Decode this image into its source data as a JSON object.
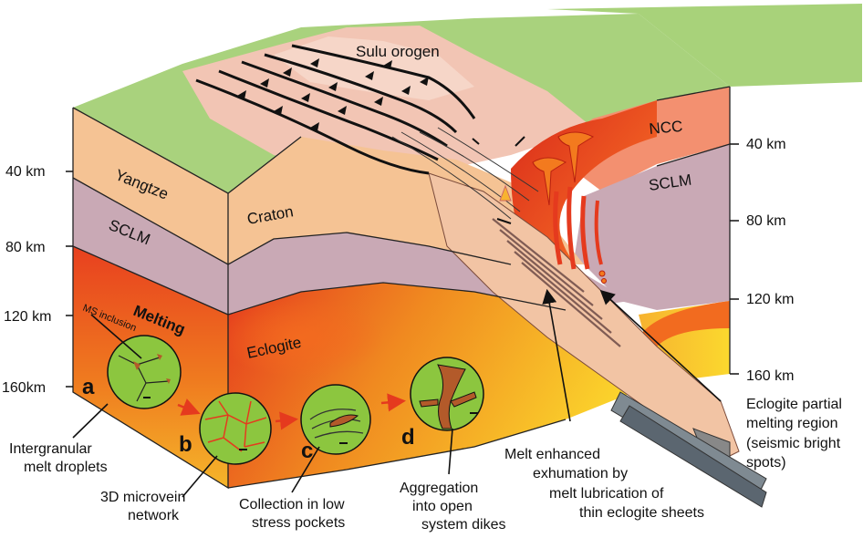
{
  "layers": {
    "sulu": "Sulu orogen",
    "yangtze": "Yangtze",
    "craton": "Craton",
    "sclm_left": "SCLM",
    "sclm_right": "SCLM",
    "ncc": "NCC",
    "melting": "Melting",
    "eclogite": "Eclogite",
    "ms_inclusion": "MS inclusion"
  },
  "depth_left": [
    "40 km",
    "80 km",
    "120 km",
    "160km"
  ],
  "depth_right": [
    "40 km",
    "80 km",
    "120 km",
    "160 km"
  ],
  "stages": [
    {
      "letter": "a",
      "caption_lines": [
        "Intergranular",
        "melt droplets"
      ]
    },
    {
      "letter": "b",
      "caption_lines": [
        "3D microvein",
        "network"
      ]
    },
    {
      "letter": "c",
      "caption_lines": [
        "Collection in low",
        "stress pockets"
      ]
    },
    {
      "letter": "d",
      "caption_lines": [
        "Aggregation",
        "into open",
        "system dikes"
      ]
    }
  ],
  "annotations": {
    "exhumation": [
      "Melt enhanced",
      "exhumation by",
      "melt lubrication of",
      "thin eclogite sheets"
    ],
    "partial_melting": [
      "Eclogite partial",
      "melting region",
      "(seismic bright",
      "spots)"
    ]
  },
  "colors": {
    "crust": "#f5c394",
    "sclm": "#c9a9b5",
    "melt_red": "#e53a1e",
    "melt_yellow": "#f8d12c",
    "surface_green": "#a8d27a",
    "grain_green": "#8cc63f",
    "orogen_pink": "#f2c5b4"
  }
}
